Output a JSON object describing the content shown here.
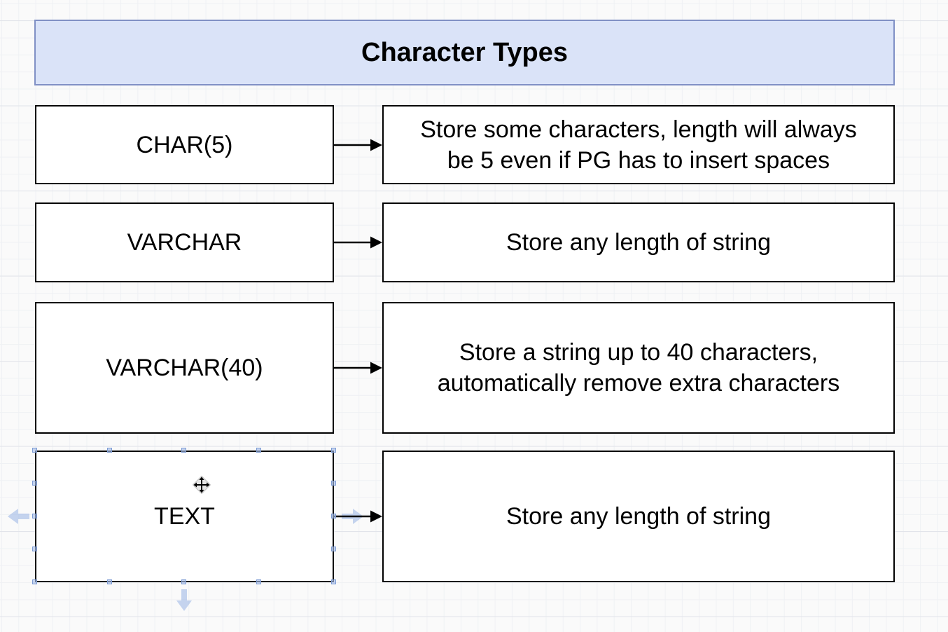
{
  "diagram": {
    "title": "Character Types",
    "rows": [
      {
        "type": "CHAR(5)",
        "lines": [
          "Store some characters, length will always",
          "be 5 even if PG has to insert spaces"
        ]
      },
      {
        "type": "VARCHAR",
        "lines": [
          "Store any length of string"
        ]
      },
      {
        "type": "VARCHAR(40)",
        "lines": [
          "Store a string up to 40 characters,",
          "automatically remove extra characters"
        ]
      },
      {
        "type": "TEXT",
        "lines": [
          "Store any length of string"
        ],
        "state": "hovered-selected"
      }
    ],
    "colors": {
      "title_fill": "#dae3f8",
      "title_border": "#8090c5",
      "node_fill": "#ffffff",
      "node_border": "#000000",
      "arrow": "#000000",
      "canvas_background": "#fafafa",
      "hover_accent": "#97b2e3"
    },
    "icons": [
      "move-cursor-icon",
      "hover-arrow-left-icon",
      "hover-arrow-right-icon",
      "hover-arrow-down-icon",
      "connection-point"
    ]
  }
}
